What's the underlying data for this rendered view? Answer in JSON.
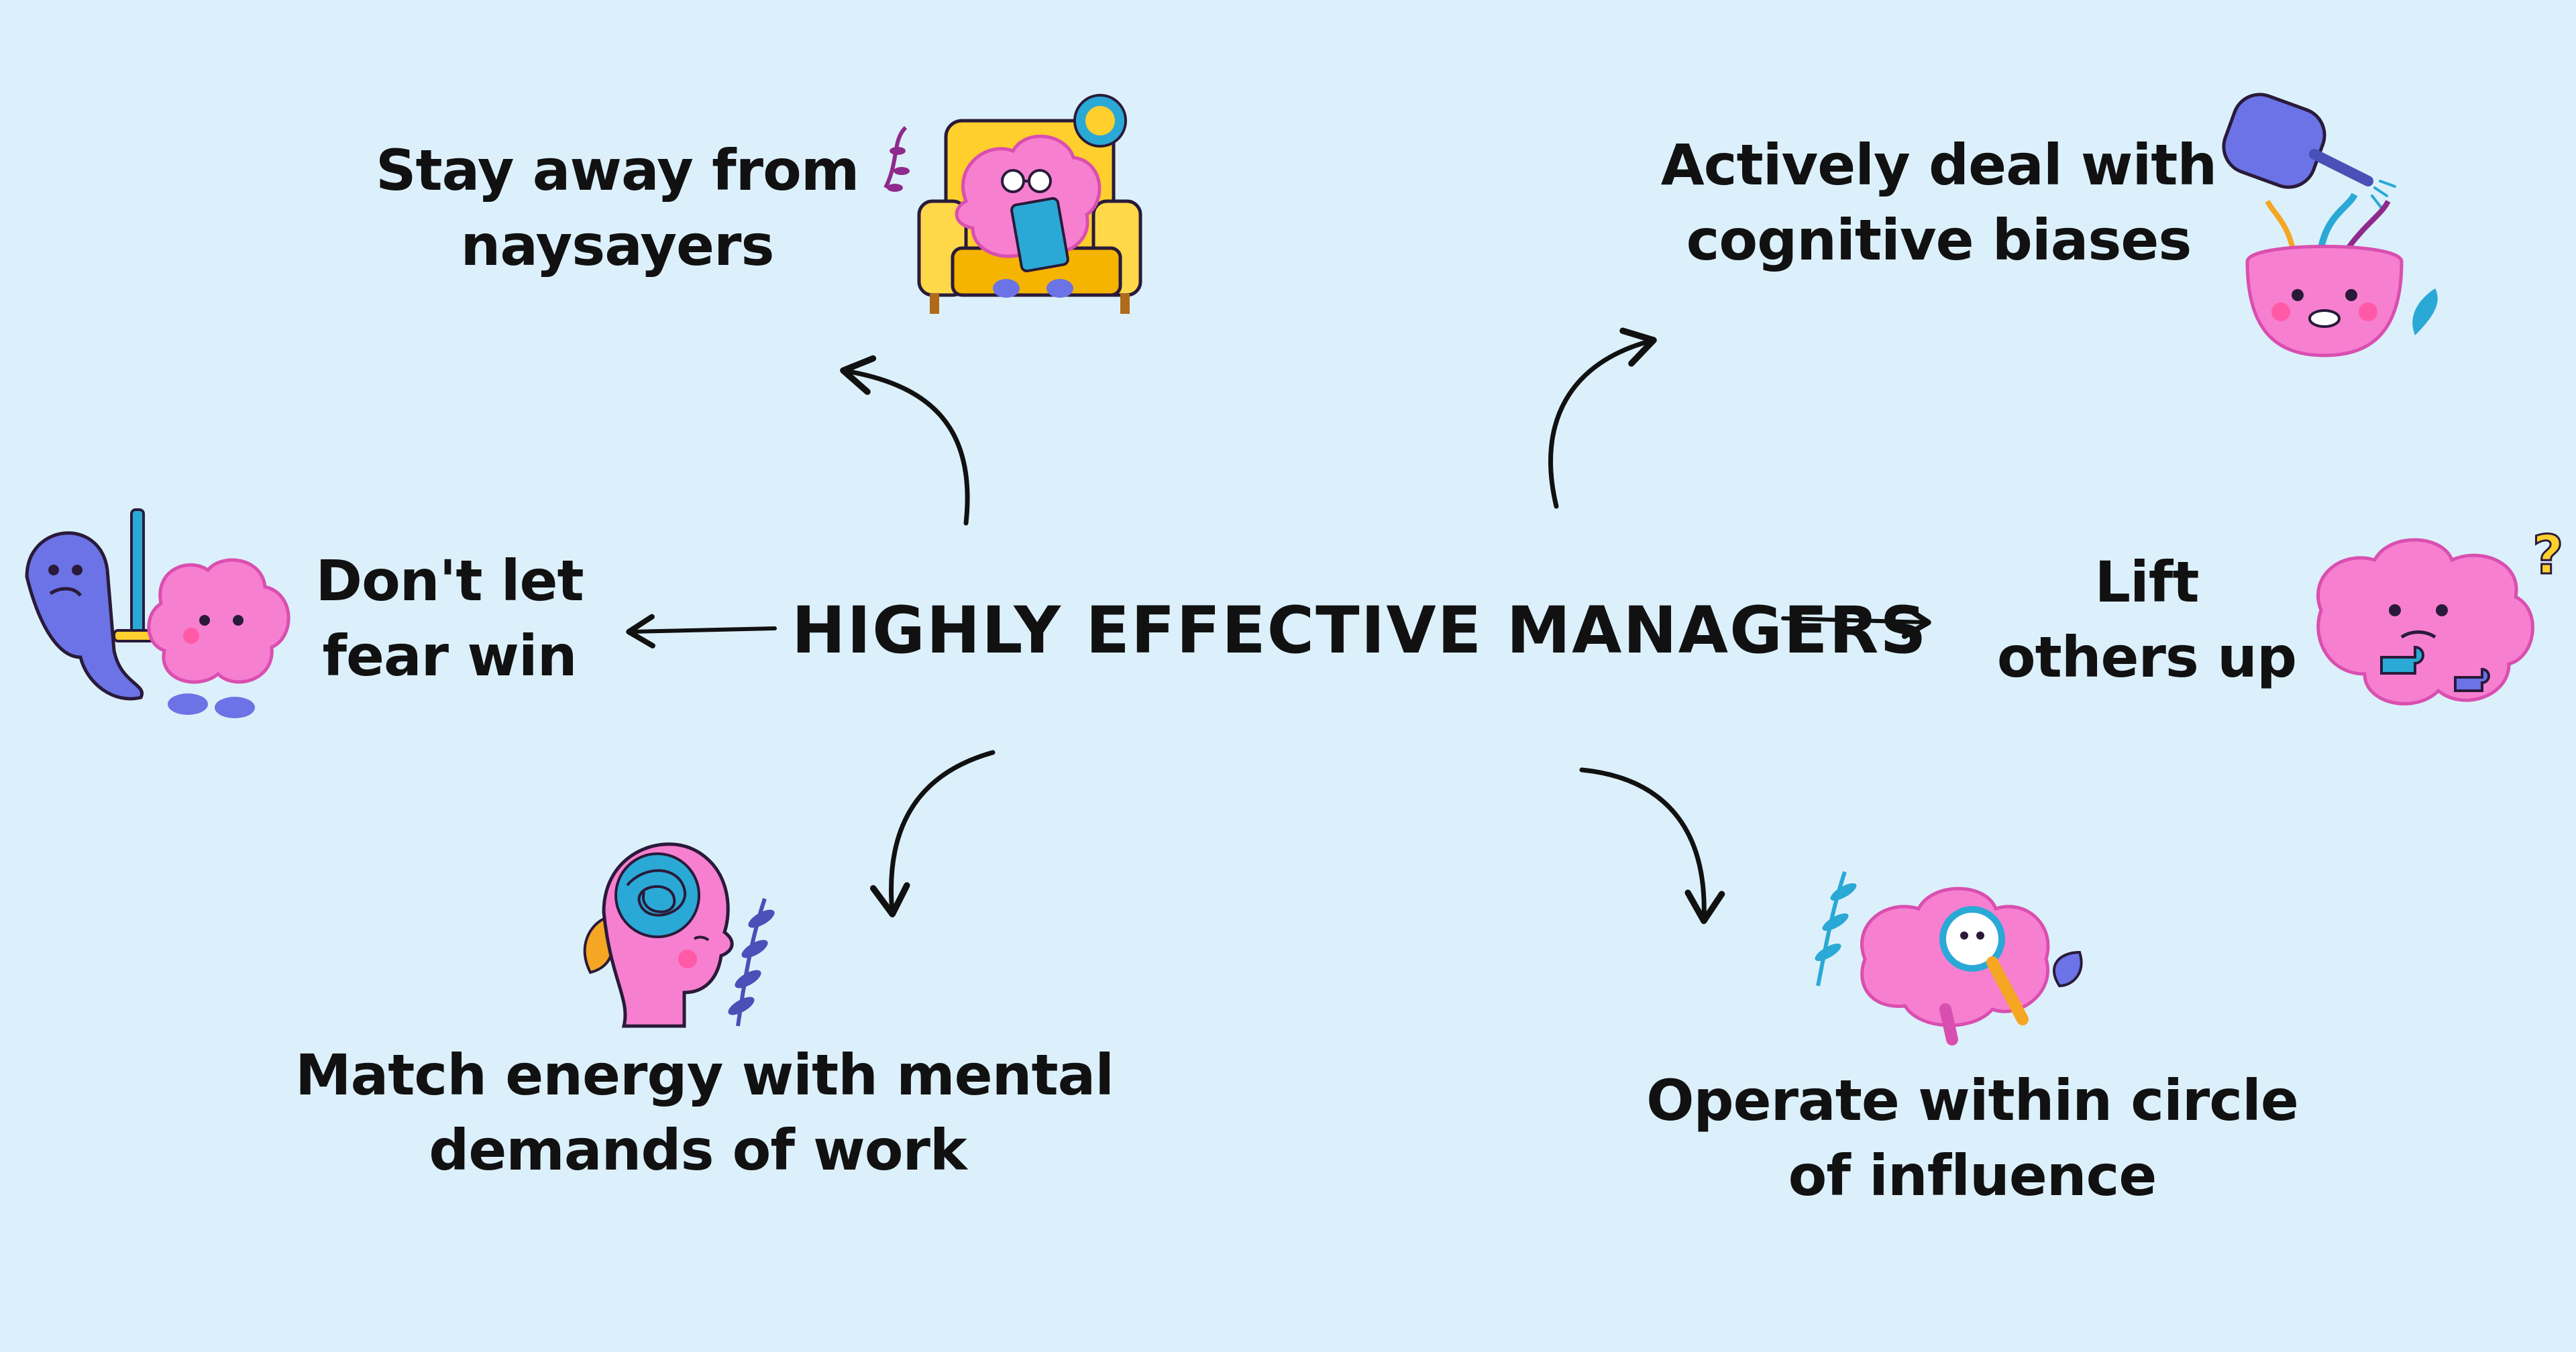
{
  "center": {
    "title": "HIGHLY EFFECTIVE MANAGERS"
  },
  "nodes": {
    "naysayers": {
      "line1": "Stay away from",
      "line2": "naysayers"
    },
    "biases": {
      "line1": "Actively deal with",
      "line2": "cognitive biases"
    },
    "fear": {
      "line1": "Don't let",
      "line2": "fear win"
    },
    "lift": {
      "line1": "Lift",
      "line2": "others up"
    },
    "energy": {
      "line1": "Match energy with mental",
      "line2": "demands of work"
    },
    "influence": {
      "line1": "Operate within circle",
      "line2": "of influence"
    }
  },
  "icons": {
    "naysayers": "brain-on-armchair-icon",
    "biases": "watering-can-plant-head-icon",
    "fear": "ghost-and-brain-with-sword-icon",
    "lift": "brain-with-puzzle-icon",
    "energy": "head-with-tangled-thoughts-icon",
    "influence": "brain-with-magnifier-icon"
  },
  "colors": {
    "background": "#dcf0fb",
    "text": "#111111",
    "brain_pink": "#f77fd0",
    "brain_pink_dark": "#d94fb0",
    "chair_yellow": "#ffcf2e",
    "ghost_blue": "#6b73e6",
    "leaf_teal": "#2aa9d6",
    "leaf_orange": "#f5a623",
    "leaf_purple": "#8e2a8c"
  }
}
